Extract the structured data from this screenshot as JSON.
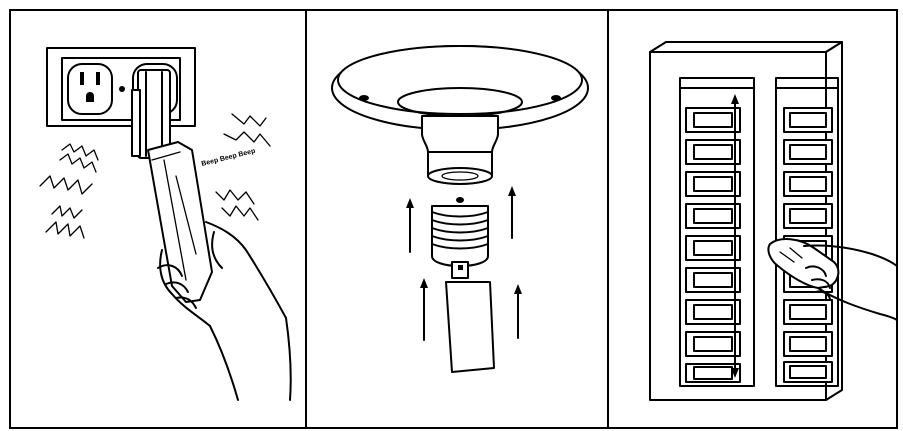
{
  "panels": [
    {
      "id": "outlet-tester"
    },
    {
      "id": "socket-tester"
    },
    {
      "id": "breaker-locator"
    }
  ],
  "beep_text": "Beep Beep Beep",
  "colors": {
    "ink": "#000000",
    "paper": "#ffffff"
  }
}
